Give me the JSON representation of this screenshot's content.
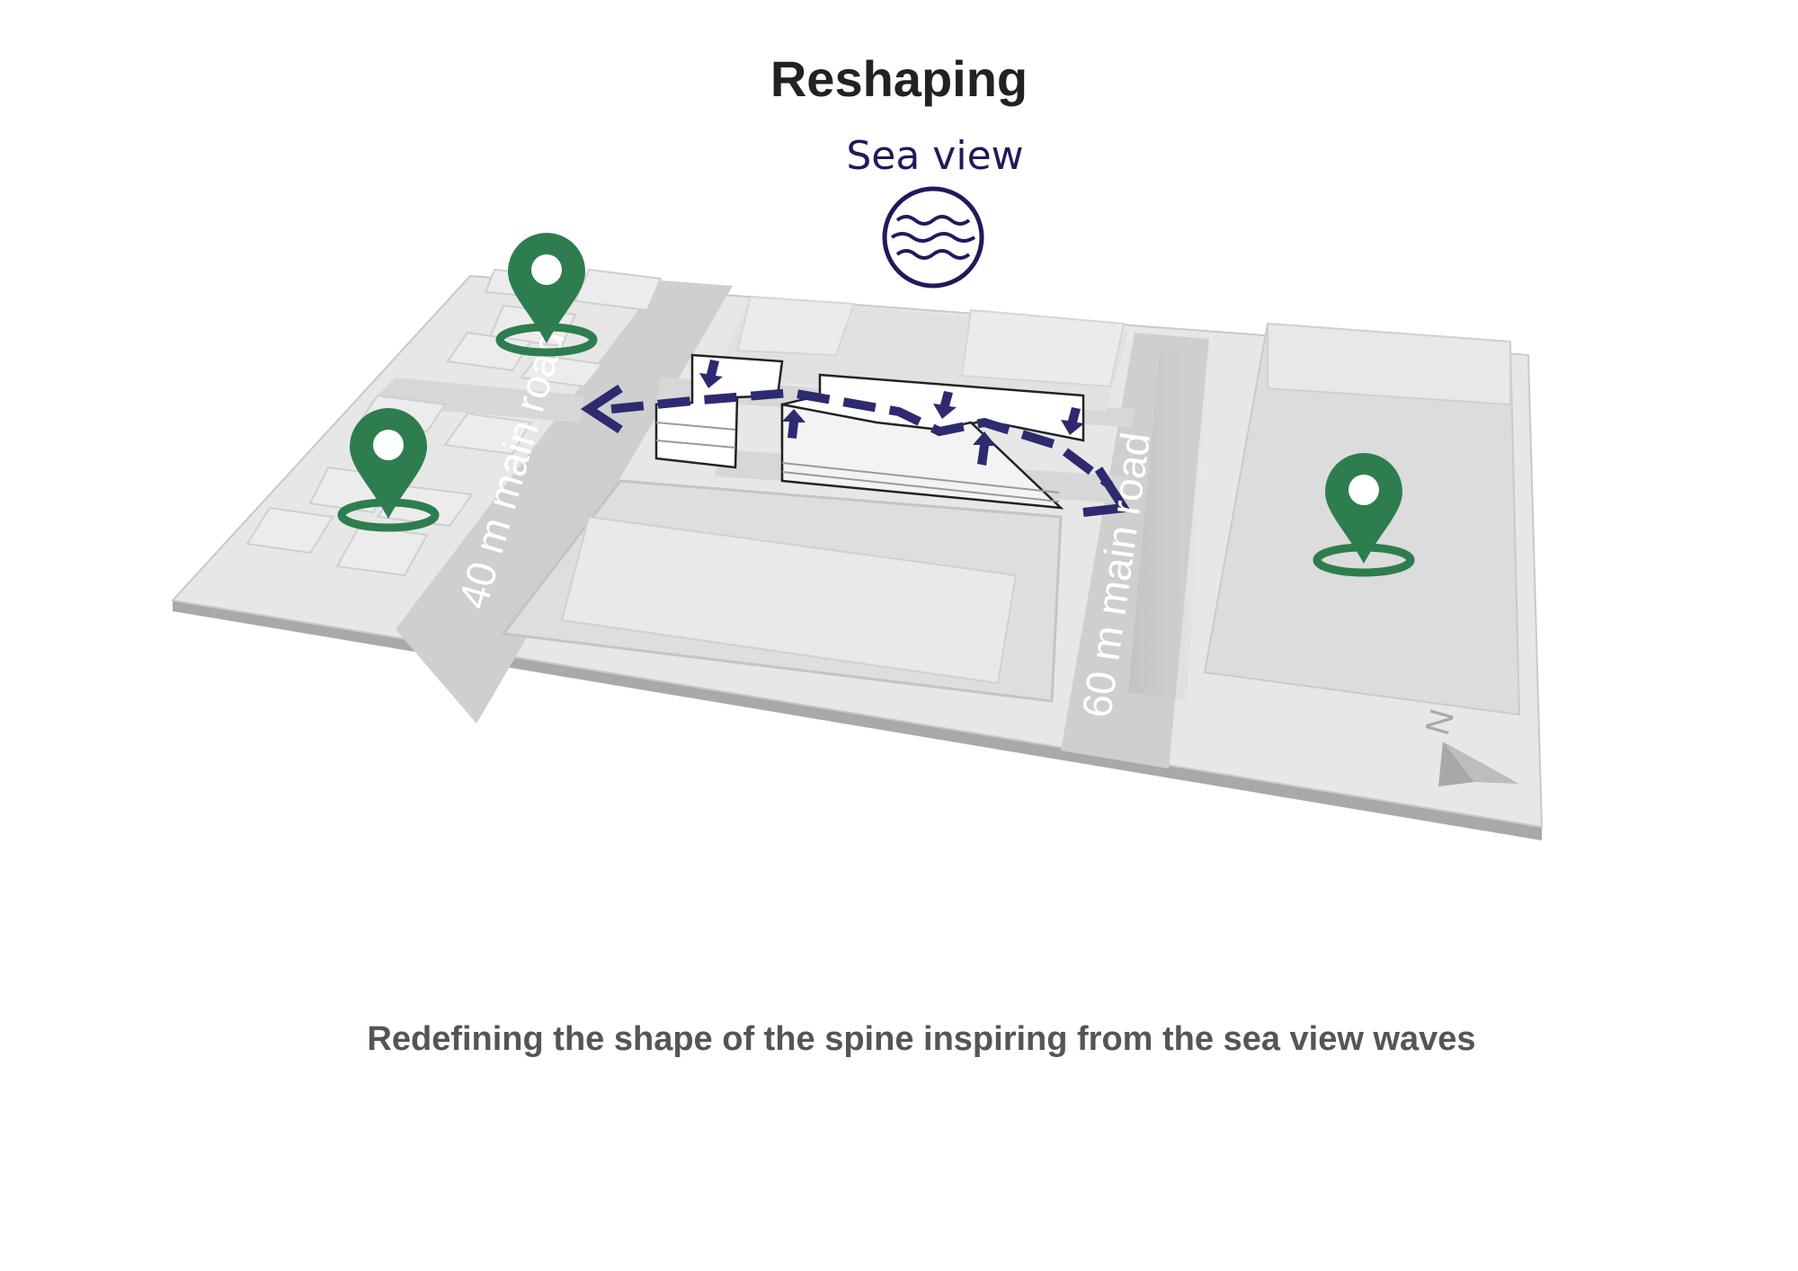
{
  "title": "Reshaping",
  "sea_view": {
    "label": "Sea view",
    "icon": "waves-circle-icon"
  },
  "roads": {
    "left": "40 m main road",
    "right": "60 m main road"
  },
  "north": {
    "label": "N",
    "icon": "north-arrow-icon"
  },
  "caption": "Redefining the shape of the spine inspiring from the sea view waves",
  "colors": {
    "navy": "#2e2a70",
    "green": "#2e7d4f",
    "ground": "#e6e6e6",
    "road": "#cfcfcf",
    "edge": "#b5b5b5"
  },
  "icons": {
    "location_pin": "location-pin-icon",
    "movement_arrow": "movement-arrow-icon"
  }
}
